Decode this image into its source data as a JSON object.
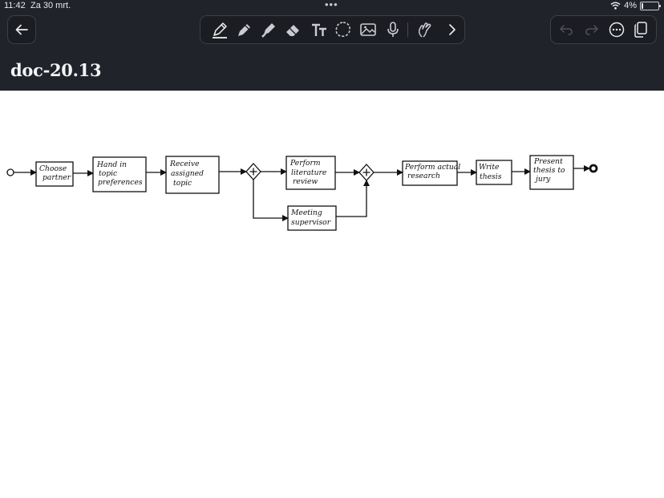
{
  "status": {
    "time": "11:42",
    "date": "Za 30 mrt.",
    "battery": "4%"
  },
  "document": {
    "title": "doc-20.13"
  },
  "toolbar": {
    "tools": [
      "pen-icon",
      "pencil-icon",
      "highlighter-icon",
      "eraser-icon",
      "text-icon",
      "lasso-icon",
      "image-icon",
      "microphone-icon",
      "touch-draw-icon",
      "chevron-right-icon"
    ],
    "actions": [
      "undo-icon",
      "redo-icon",
      "more-icon",
      "pages-icon"
    ]
  },
  "diagram": {
    "tasks": {
      "t1": [
        "Choose",
        "partner"
      ],
      "t2": [
        "Hand in",
        "topic",
        "preferences"
      ],
      "t3": [
        "Receive",
        "assigned",
        "topic"
      ],
      "t4": [
        "Perform",
        "literature",
        "review"
      ],
      "t5": [
        "Meeting",
        "supervisor"
      ],
      "t6": [
        "Perform actual",
        "research"
      ],
      "t7": [
        "Write",
        "thesis"
      ],
      "t8": [
        "Present",
        "thesis to",
        "jury"
      ]
    }
  }
}
